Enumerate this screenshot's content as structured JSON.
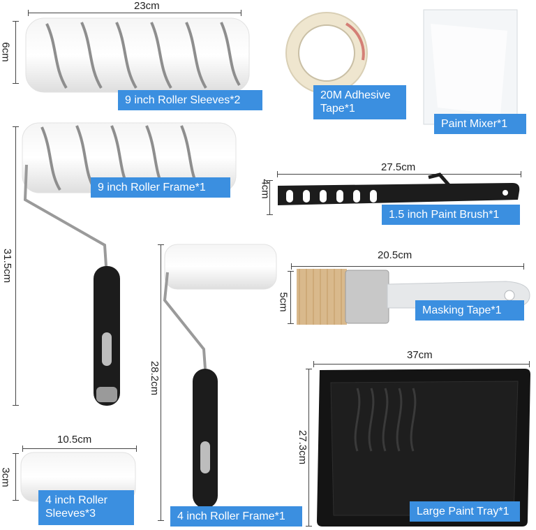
{
  "items": {
    "roller_sleeves_9": {
      "name": "9 inch Roller Sleeves*2",
      "width": "23cm",
      "height": "6cm"
    },
    "adhesive_tape": {
      "name_line1": "20M Adhesive",
      "name_line2": "Tape*1"
    },
    "paint_mixer": {
      "name": "Paint Mixer*1"
    },
    "roller_frame_9": {
      "name": "9 inch Roller Frame*1",
      "height": "31.5cm"
    },
    "paint_brush": {
      "name": "1.5 inch Paint Brush*1",
      "width": "27.5cm",
      "height": "4cm"
    },
    "masking_tape": {
      "name": "Masking Tape*1",
      "width": "20.5cm",
      "height": "5cm"
    },
    "roller_frame_4": {
      "name": "4 inch Roller Frame*1",
      "height": "28.2cm"
    },
    "roller_sleeves_4": {
      "name_line1": "4 inch Roller",
      "name_line2": "Sleeves*3",
      "width": "10.5cm",
      "height": "3cm"
    },
    "paint_tray": {
      "name": "Large Paint Tray*1",
      "width": "37cm",
      "height": "27.3cm"
    }
  },
  "colors": {
    "label_bg": "#3b8fe0",
    "label_text": "#ffffff",
    "handle": "#1c1c1c",
    "bristle": "#d9b98c"
  }
}
